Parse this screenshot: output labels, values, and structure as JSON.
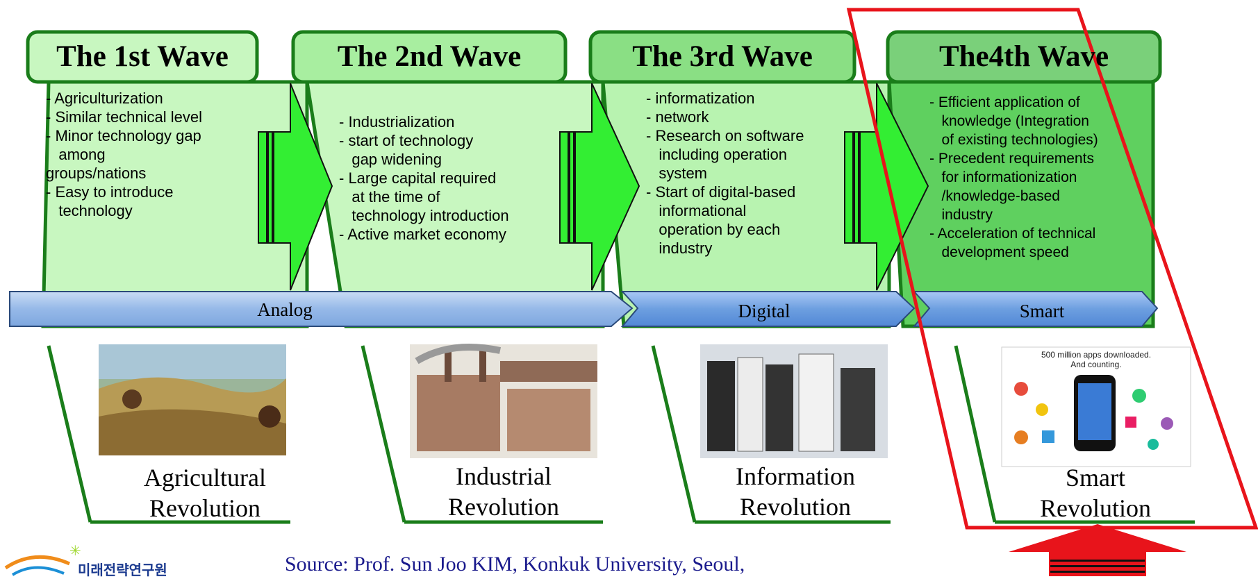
{
  "waves": [
    {
      "title": "The 1st Wave",
      "bullets": "- Agriculturization\n- Similar technical level\n- Minor technology gap\n   among\ngroups/nations\n- Easy to introduce\n   technology",
      "image_icon": "agriculture-scene-icon",
      "revolution_line1": "Agricultural",
      "revolution_line2": "Revolution"
    },
    {
      "title": "The 2nd Wave",
      "bullets": "- Industrialization\n- start of technology\n   gap widening\n- Large capital required\n   at the time of\n   technology introduction\n- Active market economy",
      "image_icon": "factory-scene-icon",
      "revolution_line1": "Industrial",
      "revolution_line2": "Revolution"
    },
    {
      "title": "The 3rd Wave",
      "bullets": "- informatization\n- network\n- Research on software\n   including operation\n   system\n- Start of digital-based\n   informational\n   operation by each\n   industry",
      "image_icon": "server-room-icon",
      "revolution_line1": "Information",
      "revolution_line2": "Revolution"
    },
    {
      "title": "The4th Wave",
      "bullets": "- Efficient application of\n   knowledge (Integration\n   of existing technologies)\n- Precedent requirements\n   for informationization\n   /knowledge-based\n   industry\n- Acceleration of technical\n   development speed",
      "image_icon": "smartphone-apps-icon",
      "image_caption_line1": "500 million apps downloaded.",
      "image_caption_line2": "And counting.",
      "revolution_line1": "Smart",
      "revolution_line2": "Revolution"
    }
  ],
  "bands": {
    "analog": "Analog",
    "digital": "Digital",
    "smart": "Smart"
  },
  "source": "Source: Prof. Sun Joo KIM, Konkuk University, Seoul,",
  "logo": {
    "text": "미래전략연구원",
    "icon": "institute-logo-icon"
  },
  "colors": {
    "box_fill": "#c8f7c0",
    "box_fill_dark": "#7fd87f",
    "box_border": "#1a7d1a",
    "arrow_green": "#33ee33",
    "band_blue": "#a8c6ec",
    "band_blue_dark": "#6d9fe0",
    "highlight_red": "#e8141b"
  }
}
